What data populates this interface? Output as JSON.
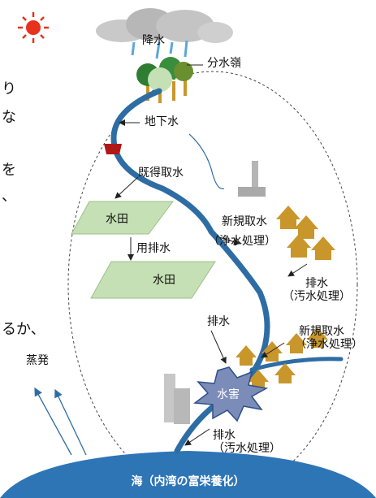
{
  "labels": {
    "precipitation": "降水",
    "watershed": "分水嶺",
    "groundwater": "地下水",
    "existing_intake": "既得取水",
    "paddy_upper": "水田",
    "irrigation_drainage": "用排水",
    "paddy_lower": "水田",
    "new_intake_upper": "新規取水",
    "new_intake_upper_note": "（浄水処理）",
    "drainage_middle": "排水",
    "drainage_middle_note": "（汚水処理）",
    "drainage_paddy": "排水",
    "new_intake_lower": "新規取水",
    "new_intake_lower_note": "（浄水処理）",
    "water_damage": "水害",
    "drainage_lower": "排水",
    "drainage_lower_note": "（汚水処理）",
    "evaporation": "蒸発",
    "sea": "海（内湾の富栄養化）"
  },
  "cropped_text": {
    "line1": "り",
    "line2": "な",
    "line3": "を",
    "line4": "、",
    "line5": "るか、"
  },
  "colors": {
    "river": "#2e6da4",
    "sea": "#2e75b6",
    "paddy": "#c5e0b4",
    "houses": "#c8962a",
    "sun": "#e8321e",
    "dam": "#b01818"
  }
}
